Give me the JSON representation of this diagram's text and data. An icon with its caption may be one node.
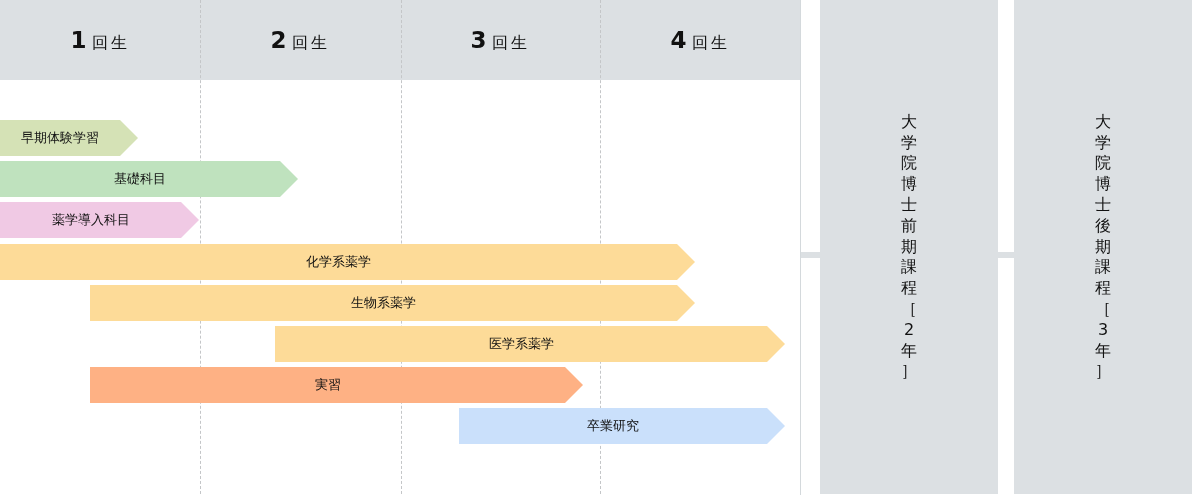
{
  "diagram": {
    "nodes": [
      {
        "text": [],
        "shape": "box"
      },
      {
        "text": [
          "早期体験学習"
        ],
        "in": 0
      },
      {
        "text": [
          "基礎科目"
        ],
        "in": 0
      },
      {
        "text": [
          "薬学導入科目"
        ],
        "in": 0
      },
      {
        "text": [
          "化学系薬学"
        ],
        "in": 0
      },
      {
        "text": [
          "生物系薬学"
        ],
        "in": 0
      },
      {
        "text": [
          "医学系薬学"
        ],
        "in": 0
      },
      {
        "text": [
          "実習"
        ],
        "in": 0
      },
      {
        "text": [
          "卒業研究"
        ],
        "in": 0
      },
      {
        "text": [
          "大学院博士前期課程［2年］"
        ]
      },
      {
        "text": [
          "大学院博士後期課程［3年］"
        ]
      }
    ],
    "edges": [
      {
        "from": 0,
        "to": 9,
        "arrow": "none"
      },
      {
        "from": 9,
        "to": 10,
        "arrow": "none"
      }
    ],
    "labels": [
      "**1**回生",
      "**2**回生",
      "**3**回生",
      "**4**回生"
    ]
  }
}
